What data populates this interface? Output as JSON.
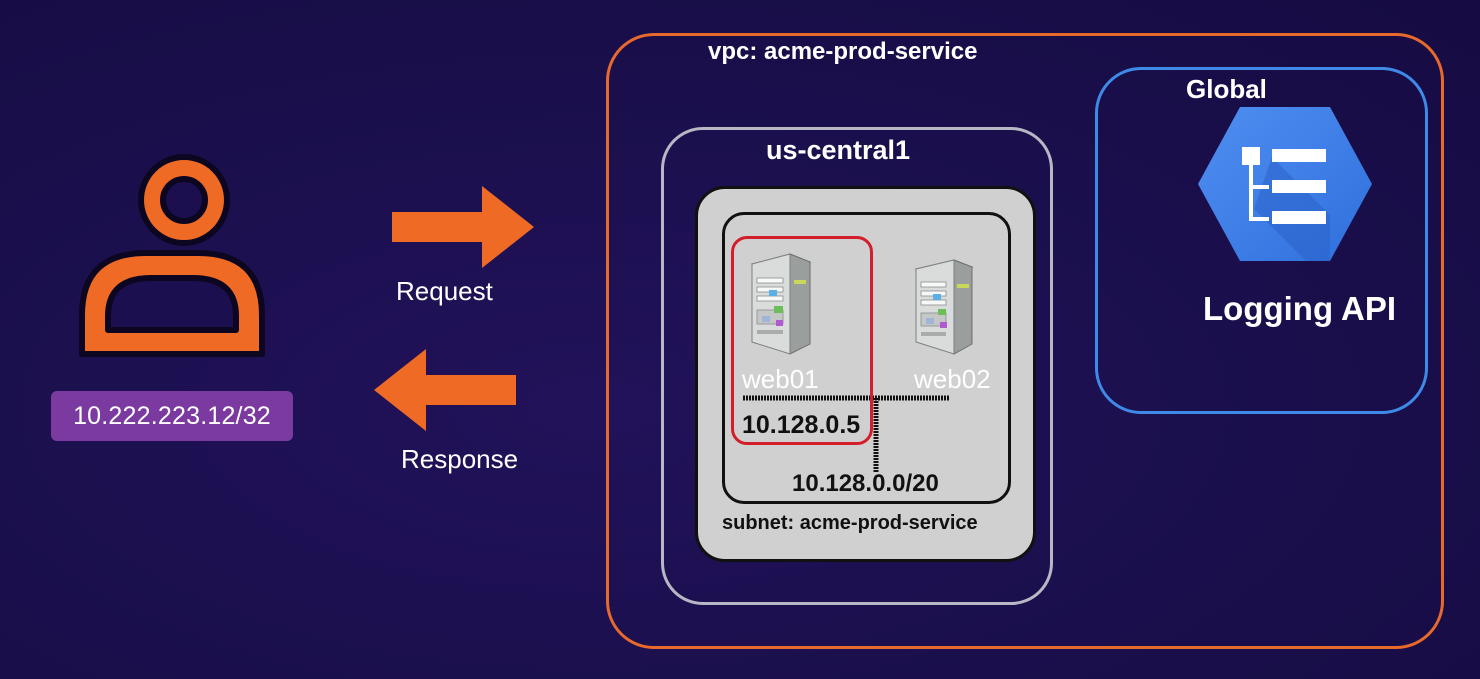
{
  "client": {
    "ip": "10.222.223.12/32",
    "icon": "person-icon"
  },
  "arrows": {
    "request_label": "Request",
    "response_label": "Response",
    "color": "#ef6a24"
  },
  "vpc": {
    "label": "vpc: acme-prod-service",
    "border_color": "#e8692c"
  },
  "region": {
    "label": "us-central1"
  },
  "subnet": {
    "label": "subnet: acme-prod-service",
    "cidr": "10.128.0.0/20"
  },
  "servers": [
    {
      "name": "web01",
      "ip": "10.128.0.5",
      "icon": "server-icon",
      "highlighted": true
    },
    {
      "name": "web02",
      "icon": "server-icon"
    }
  ],
  "global": {
    "label": "Global",
    "service_label": "Logging API",
    "icon": "logging-api-icon",
    "border_color": "#3f8ae8"
  }
}
